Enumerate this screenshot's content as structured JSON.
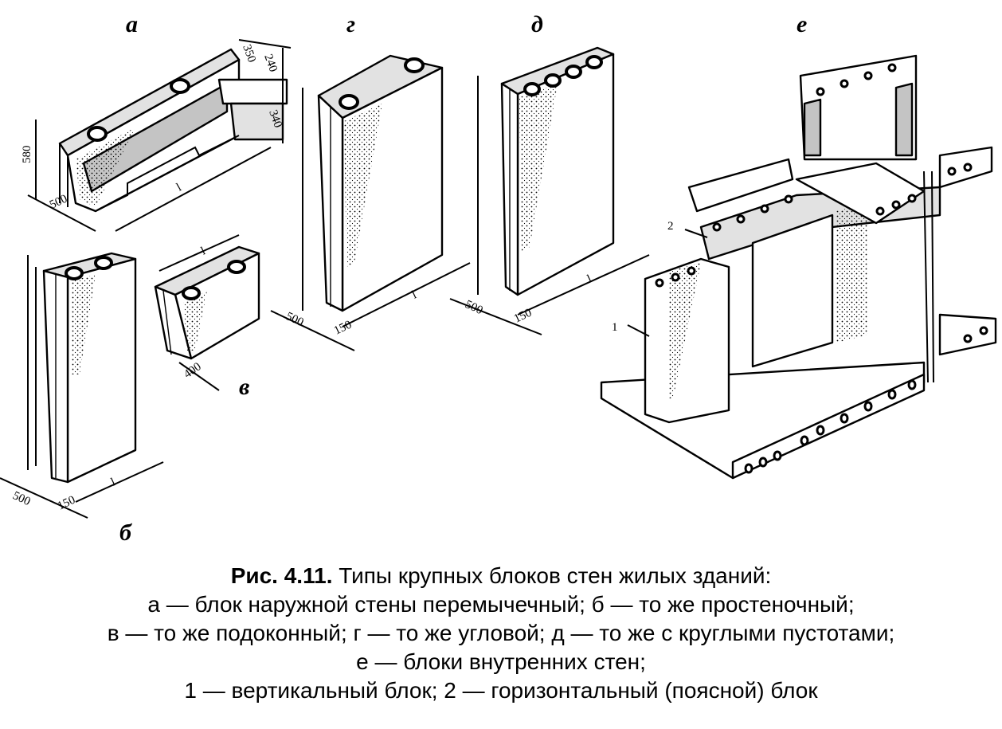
{
  "figure": {
    "labels": {
      "a": "а",
      "b": "б",
      "v": "в",
      "g": "г",
      "d": "д",
      "e": "е"
    },
    "dims": {
      "a_580": "580",
      "a_500": "500",
      "a_350": "350",
      "a_240": "240",
      "a_340": "340",
      "a_l": "l",
      "b_500": "500",
      "b_150": "150",
      "b_l": "l",
      "v_l": "l",
      "v_400": "400",
      "g_500": "500",
      "g_150": "150",
      "g_l": "l",
      "d_500": "500",
      "d_150": "150",
      "d_l": "l"
    },
    "callouts": {
      "one": "1",
      "two": "2"
    }
  },
  "caption": {
    "title": "Рис. 4.11.",
    "line1": "Типы крупных блоков стен жилых зданий:",
    "line2": "а — блок наружной стены перемычечный; б — то же простеночный;",
    "line3": "в — то же подоконный; г — то же угловой; д — то же с круглыми пустотами;",
    "line4": "е — блоки внутренних стен;",
    "line5": "1 — вертикальный блок; 2 — горизонтальный (поясной) блок"
  }
}
